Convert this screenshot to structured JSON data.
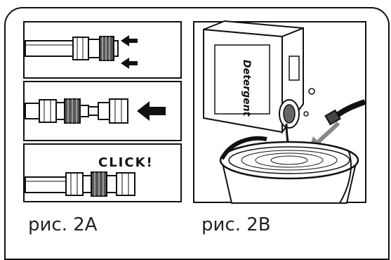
{
  "figure_2a": {
    "caption": "рис. 2A",
    "step3_label": "CLICK!"
  },
  "figure_2b": {
    "caption": "рис. 2B",
    "container_label": "Detergent"
  }
}
